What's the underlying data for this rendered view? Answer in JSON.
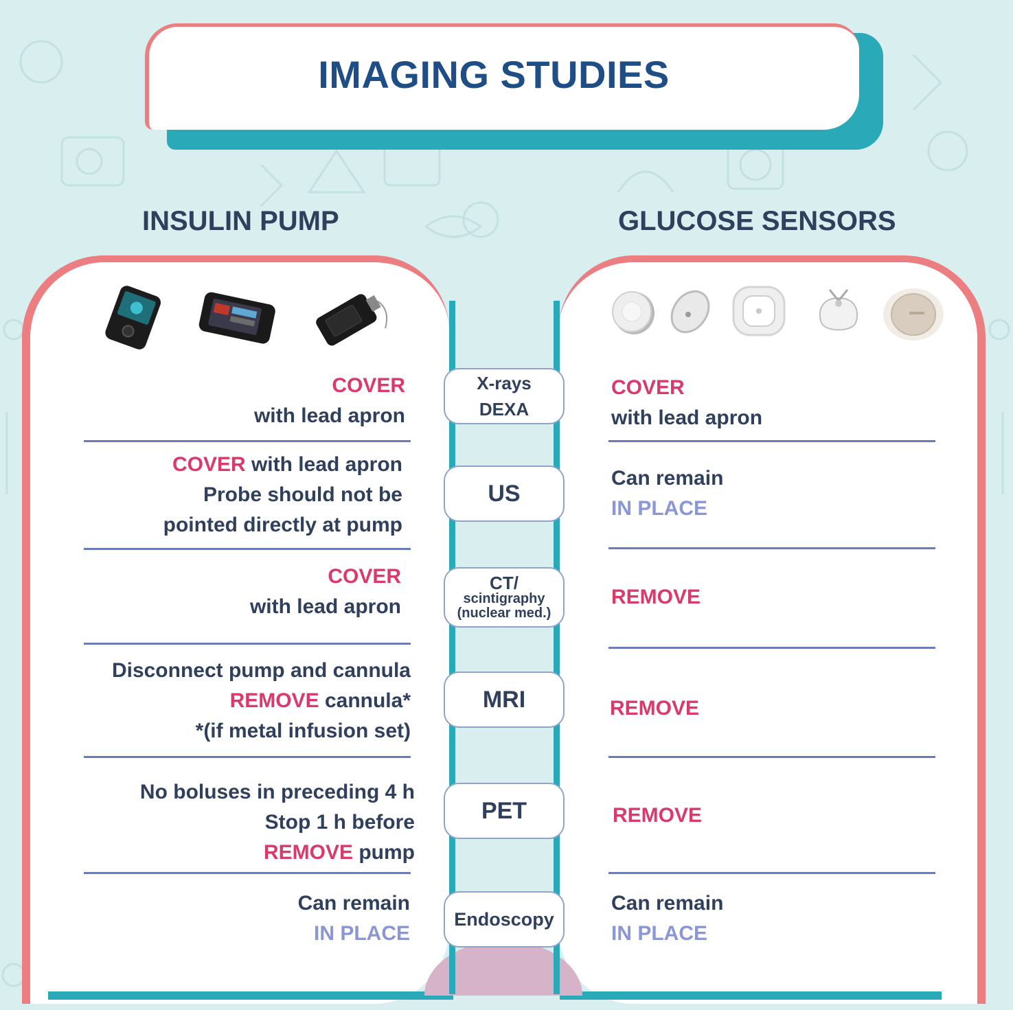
{
  "title": "IMAGING STUDIES",
  "columns": {
    "left": "INSULIN PUMP",
    "right": "GLUCOSE SENSORS"
  },
  "rows": [
    {
      "modality": [
        "X-rays",
        "DEXA"
      ],
      "pump": [
        {
          "parts": [
            {
              "t": "COVER",
              "c": "red"
            }
          ]
        },
        {
          "parts": [
            {
              "t": "with lead apron",
              "c": "dark"
            }
          ]
        }
      ],
      "sensor": [
        {
          "parts": [
            {
              "t": "COVER",
              "c": "red"
            }
          ]
        },
        {
          "parts": [
            {
              "t": "with lead apron",
              "c": "dark"
            }
          ]
        }
      ]
    },
    {
      "modality": [
        "US"
      ],
      "pump": [
        {
          "parts": [
            {
              "t": "COVER",
              "c": "red"
            },
            {
              "t": " with lead apron",
              "c": "dark"
            }
          ]
        },
        {
          "parts": [
            {
              "t": "Probe should not be",
              "c": "dark"
            }
          ]
        },
        {
          "parts": [
            {
              "t": "pointed directly at pump",
              "c": "dark"
            }
          ]
        }
      ],
      "sensor": [
        {
          "parts": [
            {
              "t": "Can remain",
              "c": "dark"
            }
          ]
        },
        {
          "parts": [
            {
              "t": "IN PLACE",
              "c": "blue"
            }
          ]
        }
      ]
    },
    {
      "modality": [
        "CT/",
        "scintigraphy",
        "(nuclear med.)"
      ],
      "pump": [
        {
          "parts": [
            {
              "t": "COVER",
              "c": "red"
            }
          ]
        },
        {
          "parts": [
            {
              "t": "with lead apron",
              "c": "dark"
            }
          ]
        }
      ],
      "sensor": [
        {
          "parts": [
            {
              "t": "REMOVE",
              "c": "red"
            }
          ]
        }
      ]
    },
    {
      "modality": [
        "MRI"
      ],
      "pump": [
        {
          "parts": [
            {
              "t": "Disconnect pump and cannula",
              "c": "dark"
            }
          ]
        },
        {
          "parts": [
            {
              "t": "REMOVE",
              "c": "red"
            },
            {
              "t": " cannula*",
              "c": "dark"
            }
          ]
        },
        {
          "parts": [
            {
              "t": "*(if metal infusion set)",
              "c": "dark"
            }
          ]
        }
      ],
      "sensor": [
        {
          "parts": [
            {
              "t": "REMOVE",
              "c": "red"
            }
          ]
        }
      ]
    },
    {
      "modality": [
        "PET"
      ],
      "pump": [
        {
          "parts": [
            {
              "t": "No boluses in preceding 4 h",
              "c": "dark"
            }
          ]
        },
        {
          "parts": [
            {
              "t": "Stop 1 h before",
              "c": "dark"
            }
          ]
        },
        {
          "parts": [
            {
              "t": "REMOVE",
              "c": "red"
            },
            {
              "t": " pump",
              "c": "dark"
            }
          ]
        }
      ],
      "sensor": [
        {
          "parts": [
            {
              "t": "REMOVE",
              "c": "red"
            }
          ]
        }
      ]
    },
    {
      "modality": [
        "Endoscopy"
      ],
      "pump": [
        {
          "parts": [
            {
              "t": "Can remain",
              "c": "dark"
            }
          ]
        },
        {
          "parts": [
            {
              "t": "IN PLACE",
              "c": "blue"
            }
          ]
        }
      ],
      "sensor": [
        {
          "parts": [
            {
              "t": "Can remain",
              "c": "dark"
            }
          ]
        },
        {
          "parts": [
            {
              "t": "IN PLACE",
              "c": "blue"
            }
          ]
        }
      ]
    }
  ],
  "icons": {
    "pumps": [
      "insulin-pump-1-icon",
      "insulin-pump-2-icon",
      "insulin-pump-3-icon"
    ],
    "sensors": [
      "glucose-sensor-1-icon",
      "glucose-sensor-2-icon",
      "glucose-sensor-3-icon",
      "glucose-sensor-4-icon",
      "glucose-sensor-5-icon"
    ]
  },
  "colors": {
    "title": "#1f4d86",
    "header": "#2f3f5c",
    "accent_red": "#d93a6b",
    "accent_blue": "#8a97d4",
    "teal": "#2aa9b9",
    "coral": "#ec7d80",
    "background": "#d8eeef"
  }
}
